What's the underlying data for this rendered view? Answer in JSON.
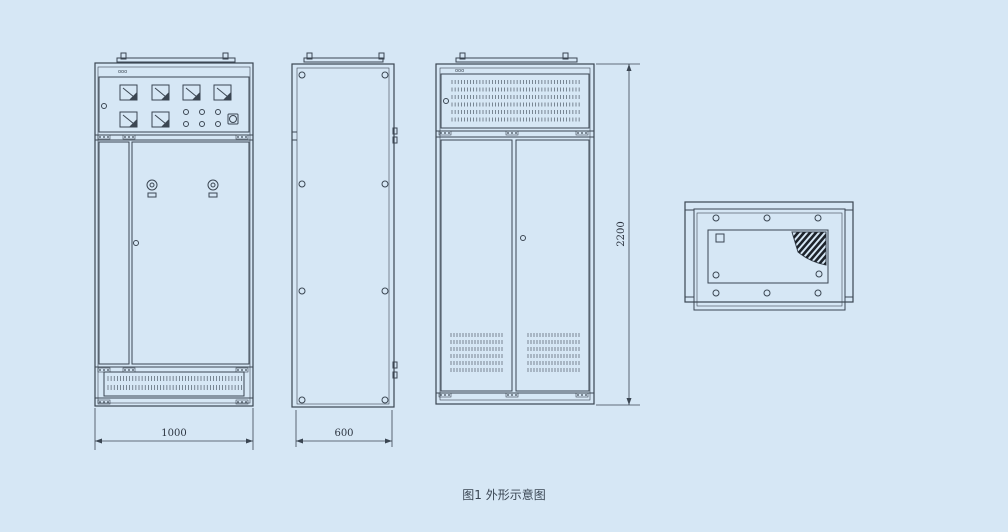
{
  "dimensions": {
    "width_front": "1000",
    "depth_side": "600",
    "height": "2200"
  },
  "caption": "图1  外形示意图"
}
